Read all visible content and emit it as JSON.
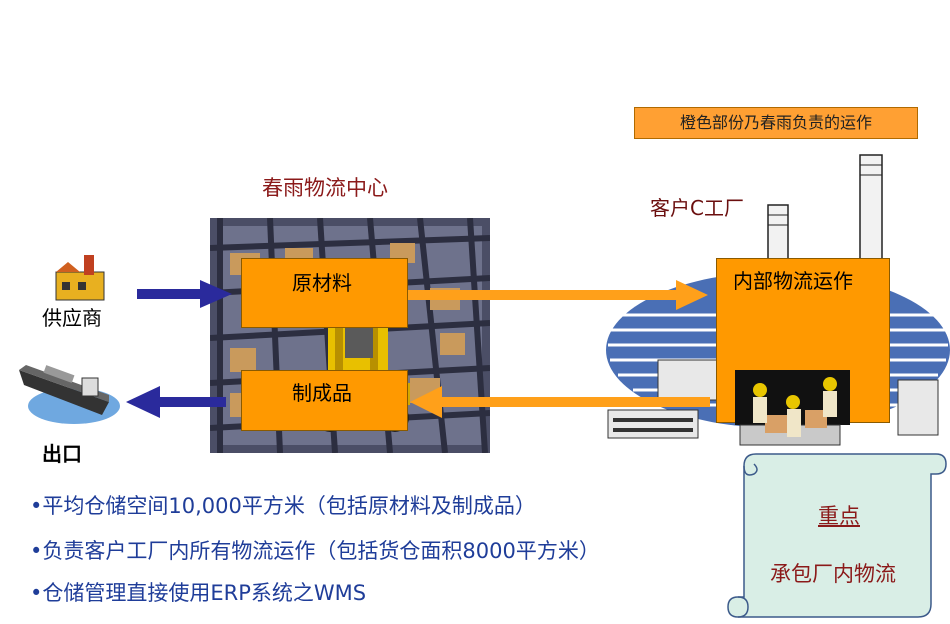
{
  "legend": "橙色部份乃春雨负责的运作",
  "center_title": "春雨物流中心",
  "customer_title": "客户C工厂",
  "raw_material": "原材料",
  "finished_goods": "制成品",
  "internal_ops": "内部物流运作",
  "supplier": "供应商",
  "export": "出口",
  "bullets": [
    "•平均仓储空间10,000平方米（包括原材料及制成品）",
    "•负责客户工厂内所有物流运作（包括货仓面积8000平方米）",
    "•仓储管理直接使用ERP系统之WMS"
  ],
  "scroll": {
    "heading": "重点",
    "text": "承包厂内物流"
  },
  "colors": {
    "orange": "#ff9900",
    "blue_arrow": "#2a2a9c",
    "bullet_text": "#1f3d99",
    "title_text": "#8b1a1a"
  }
}
